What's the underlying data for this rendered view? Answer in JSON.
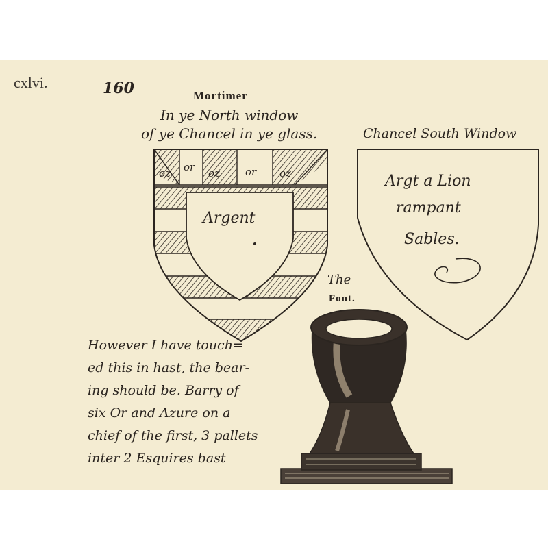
{
  "folio": "cxlvi.",
  "page_number": "160",
  "mortimer_title": "Mortimer",
  "mortimer_note_line1": "In ye North window",
  "mortimer_note_line2": "of ye Chancel in ye glass.",
  "chief_labels": [
    "oz",
    "or",
    "oz",
    "or",
    "oz"
  ],
  "inescutcheon_label": "Argent",
  "south_heading": "Chancel South Window",
  "south_shield_lines": [
    "Argt a Lion",
    "rampant",
    "Sables."
  ],
  "font_label_line1": "The",
  "font_label_line2": "Font.",
  "paragraph_lines": [
    "However I have touch=",
    "ed this in hast, the bear-",
    "ing should be. Barry of",
    "six Or and Azure on a",
    "chief of the first, 3 pallets",
    "inter 2 Esquires bast"
  ],
  "colors": {
    "paper": "#f4ecd2",
    "ink": "#2b2520",
    "margin": "#ffffff"
  }
}
